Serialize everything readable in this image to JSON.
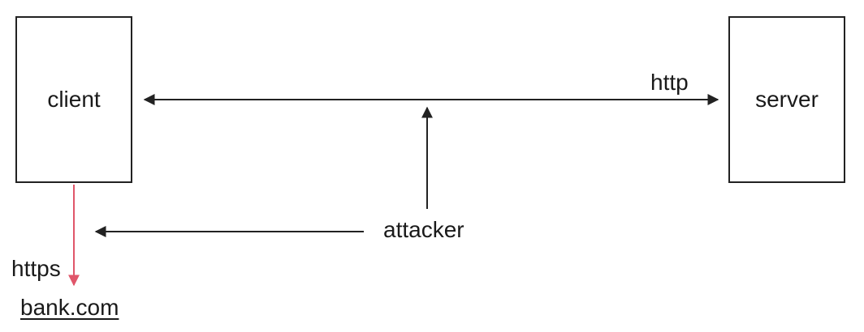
{
  "nodes": {
    "client": {
      "label": "client"
    },
    "server": {
      "label": "server"
    }
  },
  "labels": {
    "http": "http",
    "attacker": "attacker",
    "https": "https",
    "bank": "bank.com"
  },
  "colors": {
    "stroke": "#222222",
    "https_arrow": "#e0566a",
    "text": "#1a1a1a"
  }
}
